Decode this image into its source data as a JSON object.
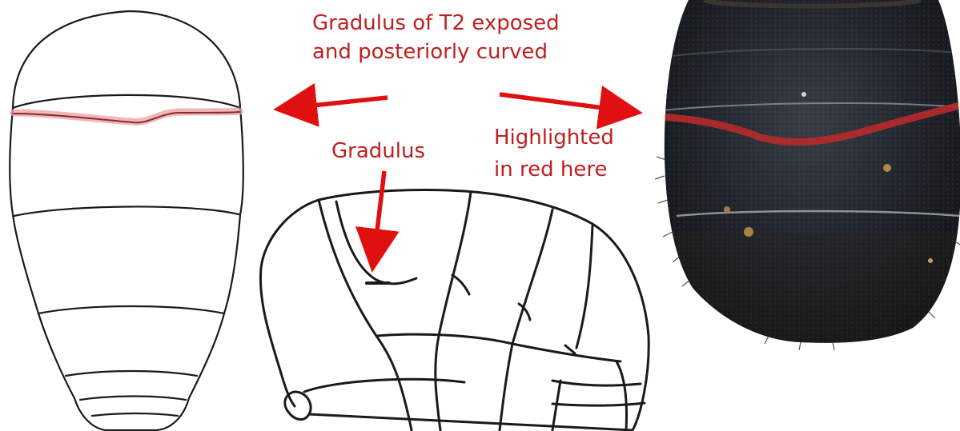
{
  "labels": {
    "title_line_1": "Gradulus of T2 exposed",
    "title_line_2": "and posteriorly curved",
    "gradulus": "Gradulus",
    "highlight_line_1": "Highlighted",
    "highlight_line_2": "in red here"
  },
  "colors": {
    "annotation_red": "#c01f1f",
    "arrow_red": "#e01010",
    "highlight_red": "#b82a2a",
    "ink": "#1a1a1a",
    "specimen_dark": "#1c1f24"
  }
}
